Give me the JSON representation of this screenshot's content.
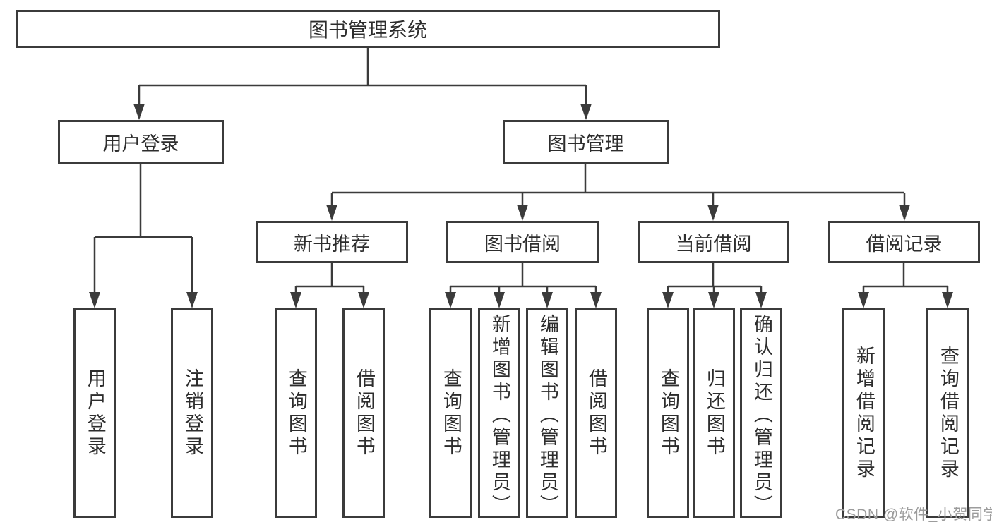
{
  "diagram": {
    "title": "图书管理系统",
    "nodes": {
      "root": "图书管理系统",
      "level2": [
        "用户登录",
        "图书管理"
      ],
      "level3": [
        "新书推荐",
        "图书借阅",
        "当前借阅",
        "借阅记录"
      ],
      "leaves": {
        "user_login": [
          "用户登录",
          "注销登录"
        ],
        "new_book_recommend": [
          "查询图书",
          "借阅图书"
        ],
        "book_borrow": [
          "查询图书",
          "新增图书（管理员）",
          "编辑图书（管理员）",
          "借阅图书"
        ],
        "current_borrow": [
          "查询图书",
          "归还图书",
          "确认归还（管理员）"
        ],
        "borrow_records": [
          "新增借阅记录",
          "查询借阅记录"
        ]
      }
    },
    "colors": {
      "line": "#3b3b3b",
      "text": "#2d2d2d",
      "watermark": "#9c9c9c",
      "background": "#ffffff"
    }
  },
  "watermark": {
    "text": "CSDN @软件_小贺同学"
  }
}
